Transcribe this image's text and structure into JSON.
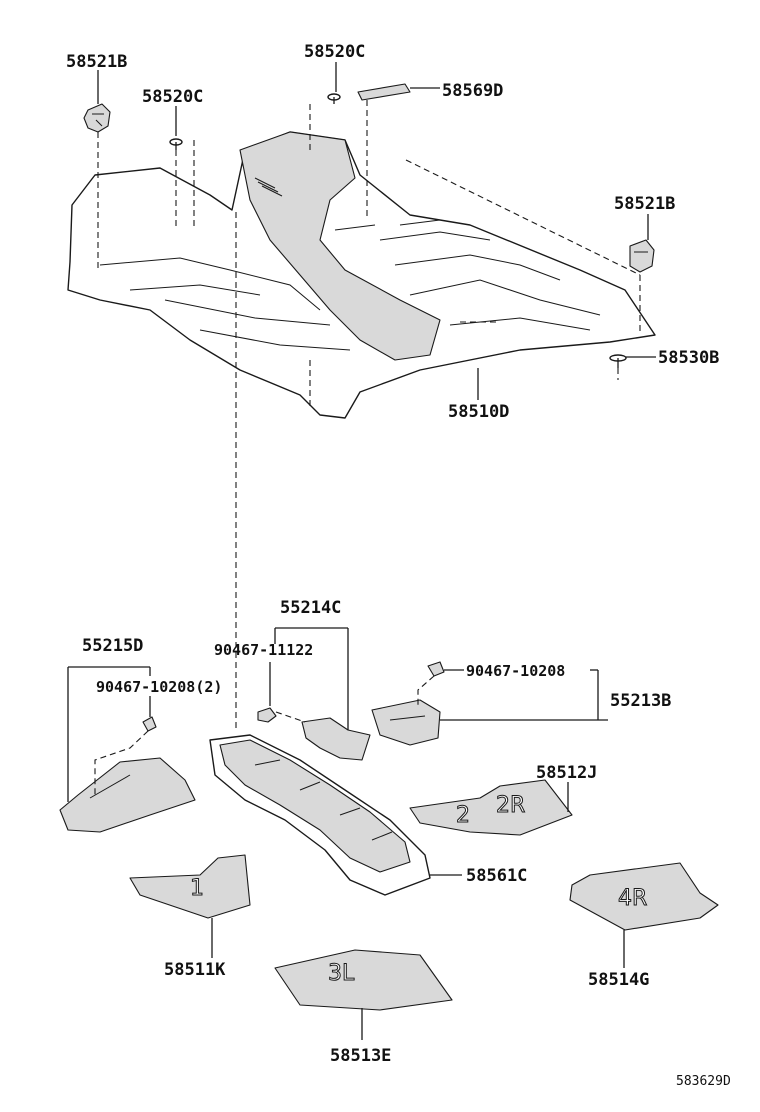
{
  "labels": {
    "p58521B_top": "58521B",
    "p58520C_left": "58520C",
    "p58520C_top": "58520C",
    "p58569D": "58569D",
    "p58521B_right": "58521B",
    "p58530B": "58530B",
    "p58510D": "58510D",
    "p55214C": "55214C",
    "p90467_11122": "90467-11122",
    "p55215D": "55215D",
    "p90467_10208_2": "90467-10208(2)",
    "p90467_10208": "90467-10208",
    "p55213B": "55213B",
    "p58512J": "58512J",
    "p58561C": "58561C",
    "p58511K": "58511K",
    "p58514G": "58514G",
    "p58513E": "58513E"
  },
  "mat_markings": {
    "mat_1": "1",
    "mat_2": "2",
    "mat_2R": "2R",
    "mat_3L": "3L",
    "mat_4R": "4R"
  },
  "figure_code": "583629D"
}
